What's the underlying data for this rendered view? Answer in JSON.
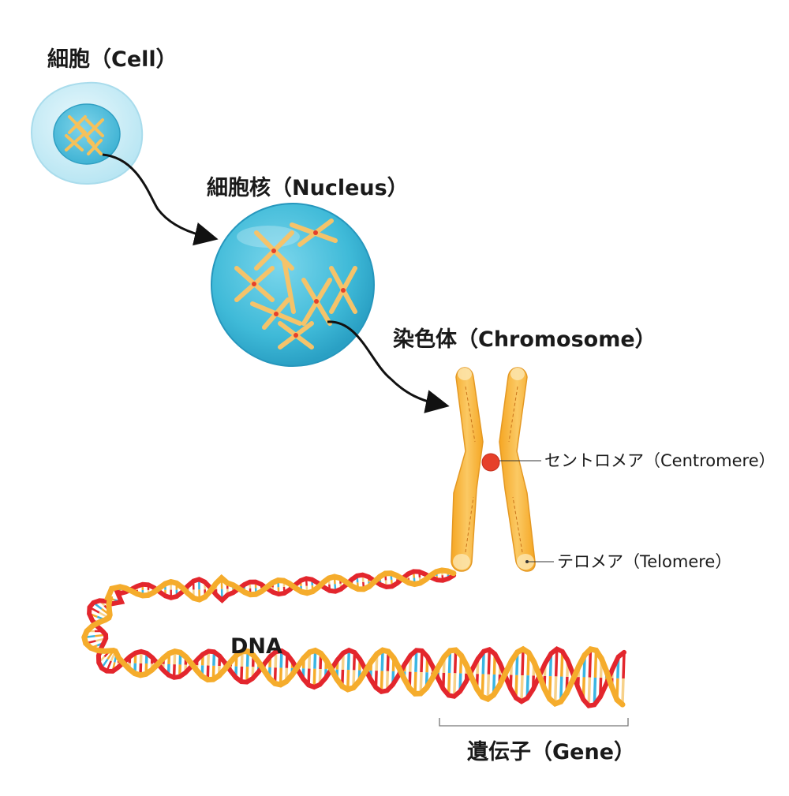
{
  "labels": {
    "cell": "細胞（Cell）",
    "nucleus": "細胞核（Nucleus）",
    "chromosome": "染色体（Chromosome）",
    "centromere": "セントロメア（Centromere）",
    "telomere": "テロメア（Telomere）",
    "dna": "DNA",
    "gene": "遺伝子（Gene）"
  },
  "colors": {
    "cell_outer": "#cdeef7",
    "cell_nucleus": "#5cc3dd",
    "nucleus_fill": "#45bcd8",
    "chromosome_fill": "#f7b93e",
    "centromere": "#e6402a",
    "dna_strand_a": "#f5ac2c",
    "dna_strand_b": "#e3262d",
    "base_pairs": [
      "#e3262d",
      "#f5ac2c",
      "#f7d18a",
      "#3bb5e2"
    ],
    "arrow": "#111111"
  }
}
